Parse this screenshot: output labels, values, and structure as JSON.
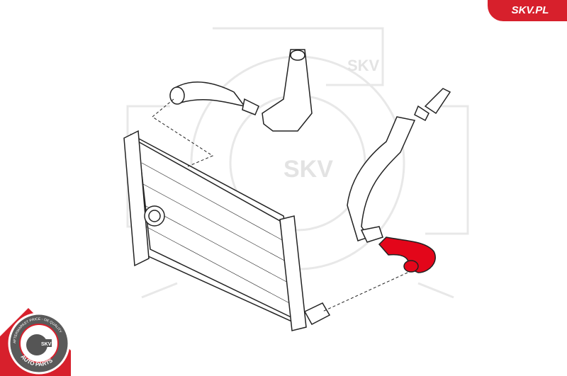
{
  "brand": {
    "label": "SKV.PL",
    "color": "#d7202c"
  },
  "watermark": {
    "text_top": "SKV",
    "text_center": "SKV"
  },
  "badge": {
    "top_text": "AFTERMARKET PRICE - OE QUALITY",
    "bottom_text": "AUTO PARTS",
    "center_text": "SKV"
  },
  "colors": {
    "highlight_part": "#e3061a",
    "line": "#222222",
    "watermark": "#e6e6e6"
  }
}
